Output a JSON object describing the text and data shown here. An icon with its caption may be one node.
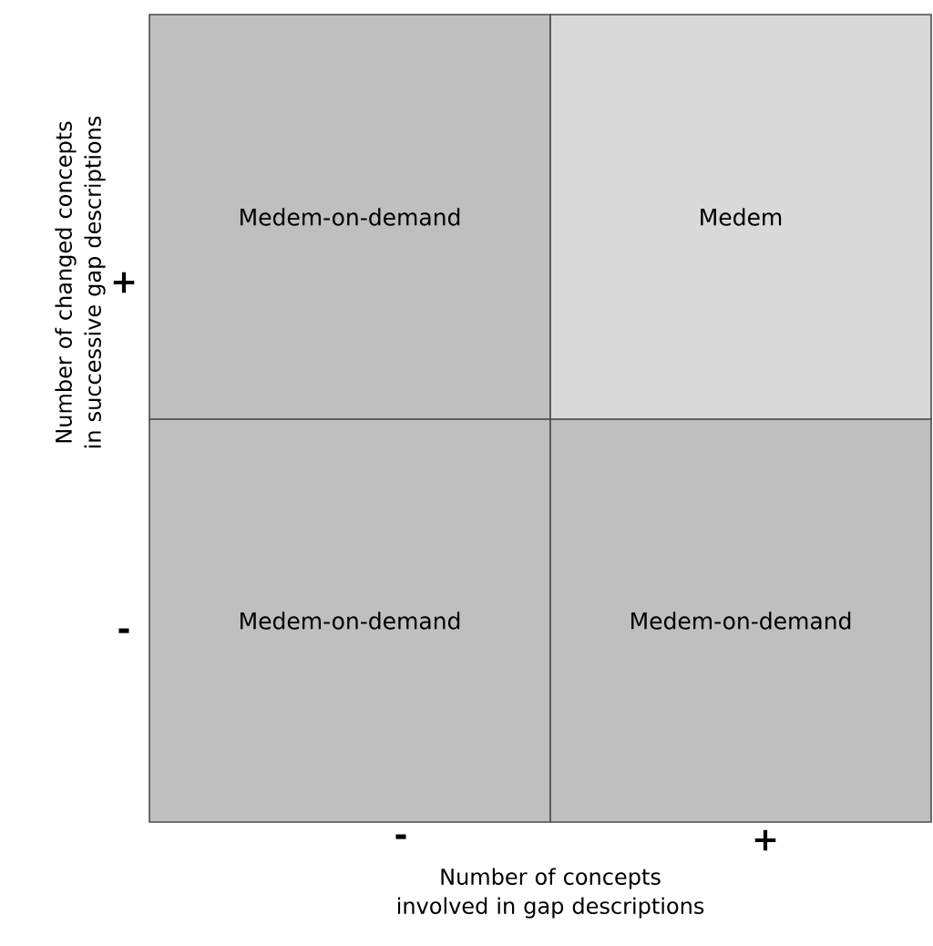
{
  "diagram": {
    "nodes": [
      {
        "text": [
          "Medem-on-demand"
        ]
      },
      {
        "text": [
          "Medem"
        ]
      },
      {
        "text": [
          "Medem-on-demand"
        ]
      },
      {
        "text": [
          "Medem-on-demand"
        ]
      }
    ],
    "labels": [
      "Number of changed concepts in successive gap descriptions",
      "+",
      "-",
      "-",
      "+",
      "Number of concepts involved in gap descriptions"
    ]
  }
}
